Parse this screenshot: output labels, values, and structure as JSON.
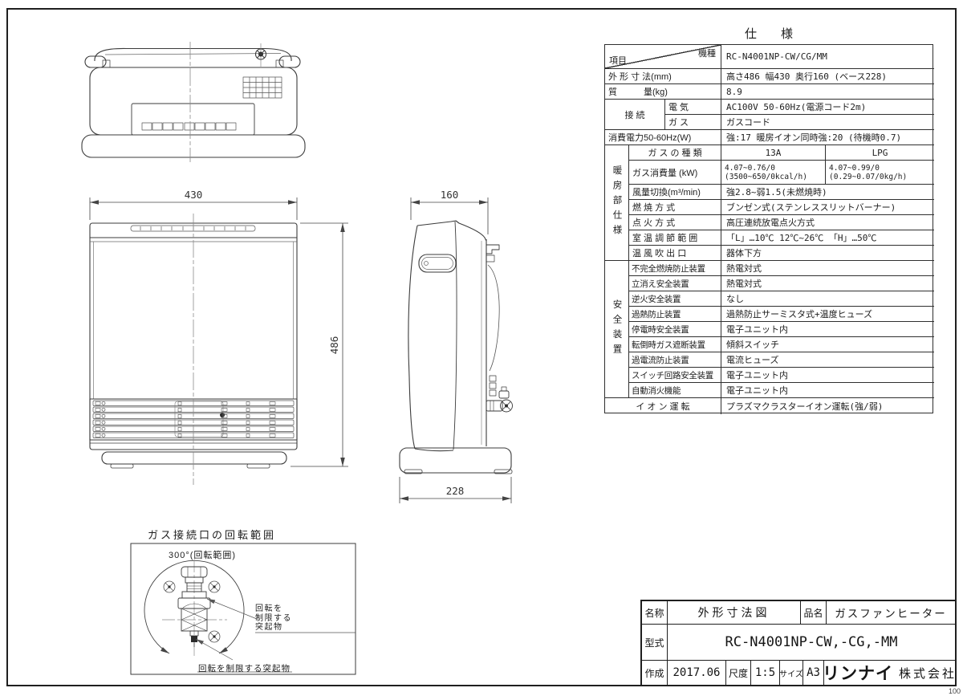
{
  "sheet": {
    "page_number": "100"
  },
  "spec": {
    "title": "仕　　様",
    "header": {
      "model_label": "機種",
      "item_label": "項目",
      "model_value": "RC-N4001NP-CW/CG/MM"
    },
    "dims": {
      "label": "外 形 寸 法(mm)",
      "value": "高さ486 幅430 奥行160 (ベース228)"
    },
    "weight": {
      "label": "質　　　量(kg)",
      "value": "8.9"
    },
    "connection": {
      "label": "接 続",
      "electric_label": "電 気",
      "electric_value": "AC100V 50-60Hz(電源コード2m)",
      "gas_label": "ガ ス",
      "gas_value": "ガスコード"
    },
    "power": {
      "label": "消費電力50-60Hz(W)",
      "value": "強:17 暖房イオン同時強:20 (待機時0.7)"
    },
    "heating_group": "暖房部仕様",
    "gas_type": {
      "label": "ガ ス の 種 類",
      "v13a": "13A",
      "vlpg": "LPG"
    },
    "gas_consumption": {
      "label": "ガス消費量 (kW)",
      "v13a_1": "4.07~0.76/0",
      "v13a_2": "(3500~650/0kcal/h)",
      "vlpg_1": "4.07~0.99/0",
      "vlpg_2": "(0.29~0.07/0kg/h)"
    },
    "airflow": {
      "label": "風量切換(m³/min)",
      "value": "強2.8~弱1.5(未燃焼時)"
    },
    "combustion": {
      "label": "燃 焼 方 式",
      "value": "ブンゼン式(ステンレススリットバーナー)"
    },
    "ignition": {
      "label": "点 火 方 式",
      "value": "高圧連続放電点火方式"
    },
    "temp_range": {
      "label": "室 温 調 節 範 囲",
      "value": "「L」…10℃ 12℃~26℃ 「H」…50℃"
    },
    "outlet": {
      "label": "温 風 吹 出 口",
      "value": "器体下方"
    },
    "safety_group": "安全装置",
    "safety_rows": [
      {
        "label": "不完全燃焼防止装置",
        "value": "熱電対式"
      },
      {
        "label": "立消え安全装置",
        "value": "熱電対式"
      },
      {
        "label": "逆火安全装置",
        "value": "なし"
      },
      {
        "label": "過熱防止装置",
        "value": "過熱防止サーミスタ式+温度ヒューズ"
      },
      {
        "label": "停電時安全装置",
        "value": "電子ユニット内"
      },
      {
        "label": "転倒時ガス遮断装置",
        "value": "傾斜スイッチ"
      },
      {
        "label": "過電流防止装置",
        "value": "電流ヒューズ"
      },
      {
        "label": "スイッチ回路安全装置",
        "value": "電子ユニット内"
      },
      {
        "label": "自動消火機能",
        "value": "電子ユニット内"
      }
    ],
    "ion": {
      "label": "イ オ ン 運 転",
      "value": "プラズマクラスターイオン運転(強/弱)"
    }
  },
  "dimensions": {
    "front_width": "430",
    "front_height": "486",
    "side_depth": "160",
    "base_depth": "228"
  },
  "detail": {
    "title": "ガス接続口の回転範囲",
    "rotation_label": "300°(回転範囲)",
    "stopper_lines": [
      "回転を",
      "制限する",
      "突起物"
    ],
    "stopper_bottom": "回転を制限する突起物"
  },
  "title_block": {
    "name_label": "名称",
    "name_value": "外形寸法図",
    "product_label": "品名",
    "product_value": "ガスファンヒーター",
    "model_label": "型式",
    "model_value": "RC-N4001NP-CW,-CG,-MM",
    "created_label": "作成",
    "created_value": "2017.06",
    "scale_label": "尺度",
    "scale_value": "1:5",
    "size_label": "サイズ",
    "size_value": "A3",
    "company_logo": "リンナイ",
    "company_name": "株式会社"
  }
}
